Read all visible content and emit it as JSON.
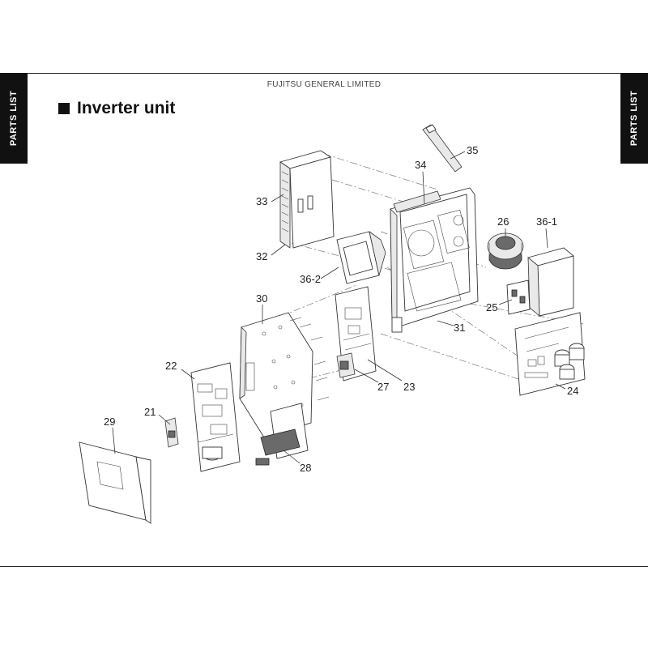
{
  "header": {
    "brand": "FUJITSU GENERAL LIMITED"
  },
  "side_tabs": {
    "left": "PARTS LIST",
    "right": "PARTS LIST"
  },
  "section": {
    "title": "Inverter unit"
  },
  "callouts": [
    "35",
    "34",
    "33",
    "32",
    "26",
    "36-1",
    "36-2",
    "25",
    "30",
    "31",
    "22",
    "27",
    "23",
    "24",
    "21",
    "29",
    "28"
  ]
}
